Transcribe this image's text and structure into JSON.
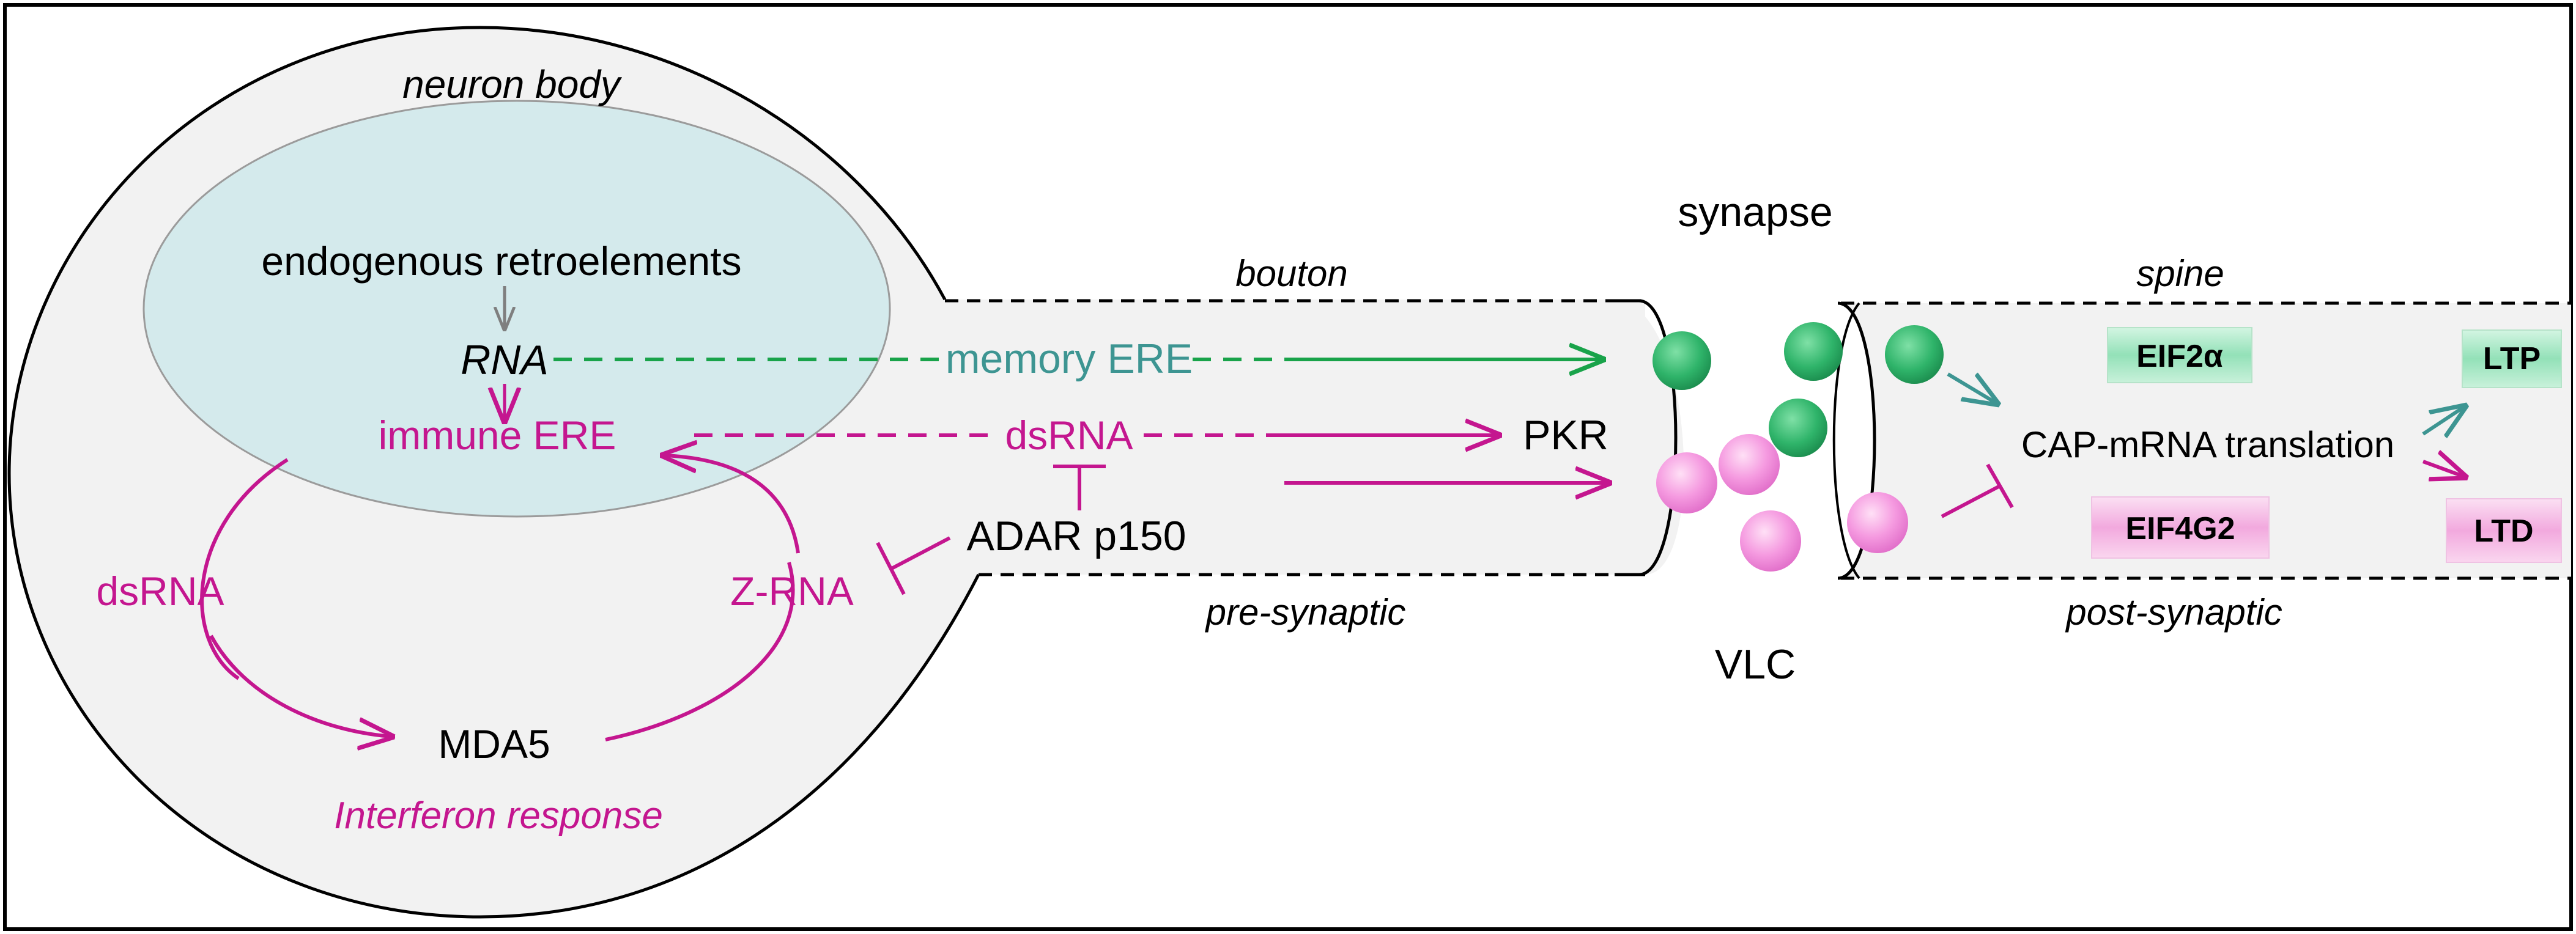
{
  "labels": {
    "neuron_body": "neuron body",
    "endogenous_retroelements": "endogenous retroelements",
    "rna": "RNA",
    "immune_ere": "immune ERE",
    "memory_ere": "memory ERE",
    "dsrna_axon": "dsRNA",
    "adar": "ADAR p150",
    "dsrna_loop": "dsRNA",
    "z_rna": "Z-RNA",
    "mda5": "MDA5",
    "interferon": "Interferon response",
    "bouton": "bouton",
    "pre_synaptic": "pre-synaptic",
    "synapse": "synapse",
    "vlc": "VLC",
    "pkr": "PKR",
    "spine": "spine",
    "post_synaptic": "post-synaptic",
    "cap_translation": "CAP-mRNA translation",
    "eif2a": "EIF2α",
    "eif4g2": "EIF4G2",
    "ltp": "LTP",
    "ltd": "LTD"
  },
  "colors": {
    "magenta": "#c4168f",
    "green": "#19a34a",
    "teal": "#3d9592",
    "gray_arrow": "#7f7f7f",
    "cell_fill": "#f2f2f2",
    "nucleus_fill": "#d4eaec",
    "green_box": "#a6e8c4",
    "pink_box": "#f5c0e8"
  }
}
